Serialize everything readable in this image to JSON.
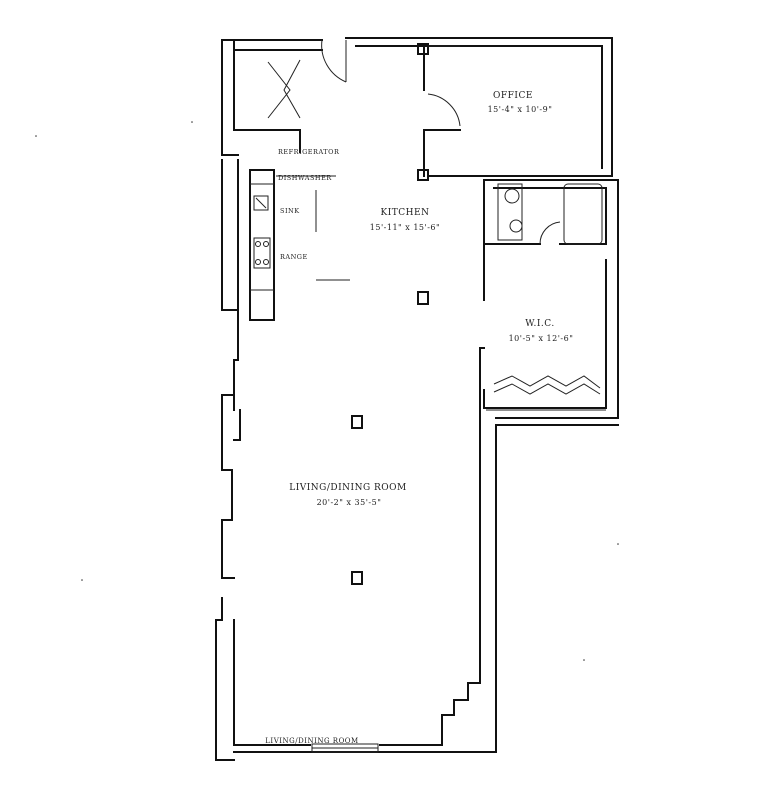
{
  "rooms": {
    "office": {
      "name": "OFFICE",
      "dims": "15'-4\" x 10'-9\""
    },
    "kitchen": {
      "name": "KITCHEN",
      "dims": "15'-11\" x 15'-6\""
    },
    "wic": {
      "name": "W.I.C.",
      "dims": "10'-5\" x 12'-6\""
    },
    "living": {
      "name": "LIVING/DINING ROOM",
      "dims": "20'-2\" x 35'-5\""
    }
  },
  "fixtures": {
    "refrigerator": "REFRIGERATOR",
    "dishwasher": "DISHWASHER",
    "sink": "SINK",
    "range": "RANGE"
  },
  "bottom_label": "LIVING/DINING ROOM"
}
